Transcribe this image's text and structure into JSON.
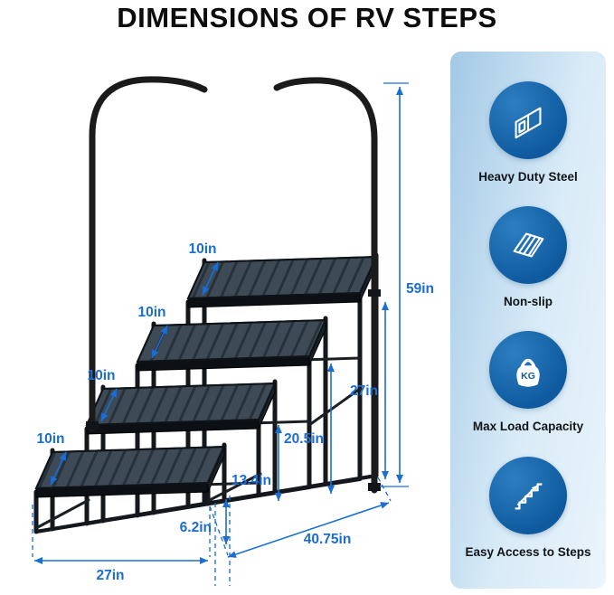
{
  "title": "DIMENSIONS OF RV STEPS",
  "colors": {
    "dimension_blue": "#1a6dd2",
    "icon_circle_blue": "#11599d",
    "sidebar_gradient_start": "#a3c9e6",
    "sidebar_gradient_end": "#eaf4fb",
    "steel_frame_dark": "#14181c",
    "tread_gray": "#3e4b56"
  },
  "diagram": {
    "step_depths": [
      "10in",
      "10in",
      "10in",
      "10in"
    ],
    "total_height": "59in",
    "platform_height": "27in",
    "third_step_height": "20.5in",
    "second_step_height": "13.4in",
    "first_step_height": "6.2in",
    "total_depth": "40.75in",
    "step_width": "27in"
  },
  "features": [
    {
      "label": "Heavy Duty Steel",
      "icon": "steel-beam-icon"
    },
    {
      "label": "Non-slip",
      "icon": "non-slip-icon"
    },
    {
      "label": "Max Load Capacity",
      "icon": "weight-kg-icon",
      "badge": "KG"
    },
    {
      "label": "Easy Access to Steps",
      "icon": "stairs-arrow-icon"
    }
  ]
}
